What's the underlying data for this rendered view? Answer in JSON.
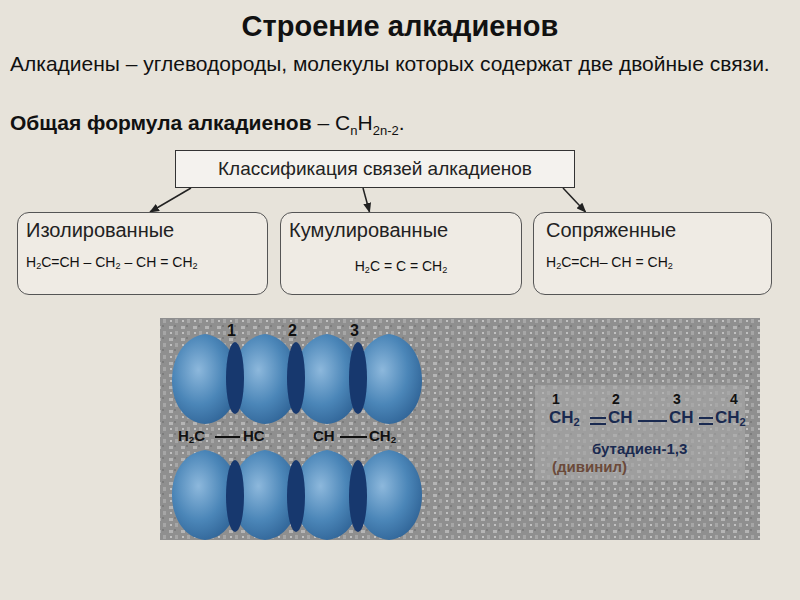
{
  "diagram": {
    "title": "Строение алкадиенов",
    "nodes": [
      {
        "text": [
          "Классификация связей алкадиенов"
        ]
      },
      {
        "text": [
          "Изолированные",
          "H2C=CH – CH2 – CH = CH2"
        ]
      },
      {
        "text": [
          "Кумулированные",
          "H2C = C = CH2"
        ]
      },
      {
        "text": [
          "Сопряженные",
          "H2C=CH– CH = CH2"
        ]
      }
    ],
    "edges": [
      {
        "from": 0,
        "to": 1,
        "arrow": "to"
      },
      {
        "from": 0,
        "to": 2,
        "arrow": "to"
      },
      {
        "from": 0,
        "to": 3,
        "arrow": "to"
      }
    ],
    "labels": [
      "Алкадиены – углеводороды, молекулы которых содержат две двойные связи.",
      "Общая формула алкадиенов",
      "– C",
      "n",
      "H",
      "2n-2",
      ".",
      "1",
      "2",
      "3",
      "H2C",
      "HC",
      "CH",
      "CH2",
      "1",
      "2",
      "3",
      "4",
      "CH2",
      "CH",
      "CH",
      "CH2",
      "бутадиен-1,3",
      "(дивинил)"
    ]
  }
}
